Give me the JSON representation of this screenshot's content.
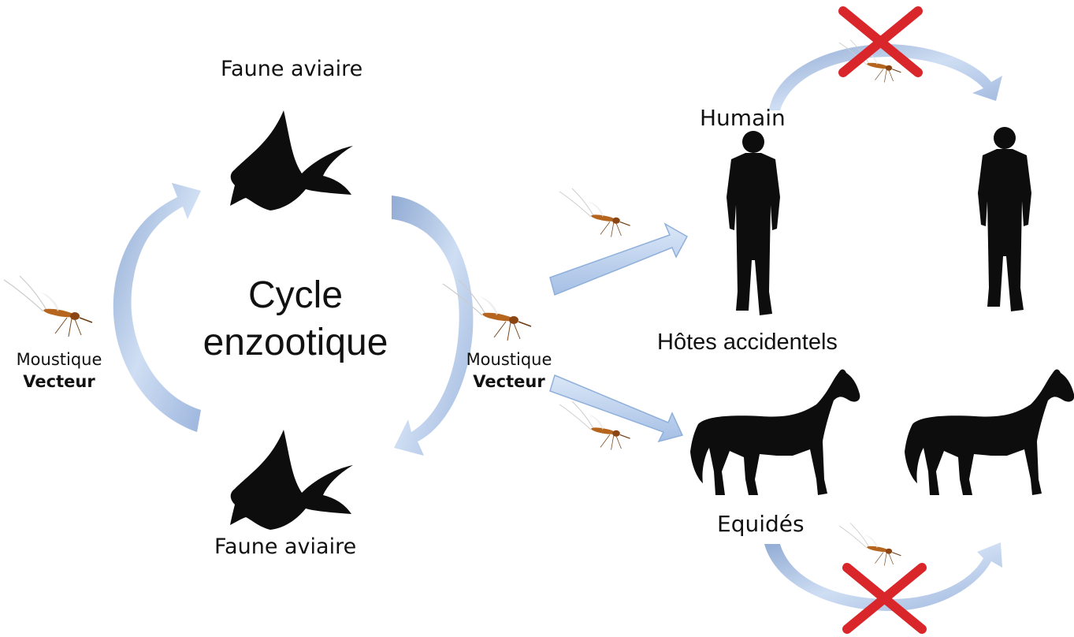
{
  "labels": {
    "faune_top": "Faune aviaire",
    "faune_bottom": "Faune aviaire",
    "cycle_line1": "Cycle",
    "cycle_line2": "enzootique",
    "moustique_left": "Moustique",
    "vecteur_left": "Vecteur",
    "moustique_right": "Moustique",
    "vecteur_right": "Vecteur",
    "humain": "Humain",
    "hotes_accidentels": "Hôtes accidentels",
    "equides": "Equidés"
  },
  "colors": {
    "arrow_fill": "#a9c4e8",
    "arrow_stroke": "#8fb0db",
    "silhouette": "#0d0d0d",
    "cross": "#d9262b",
    "mosquito": "#b5651d"
  },
  "icons": [
    "bird-silhouette",
    "human-silhouette",
    "horse-silhouette",
    "mosquito-icon",
    "red-cross-icon",
    "curved-arrow"
  ]
}
